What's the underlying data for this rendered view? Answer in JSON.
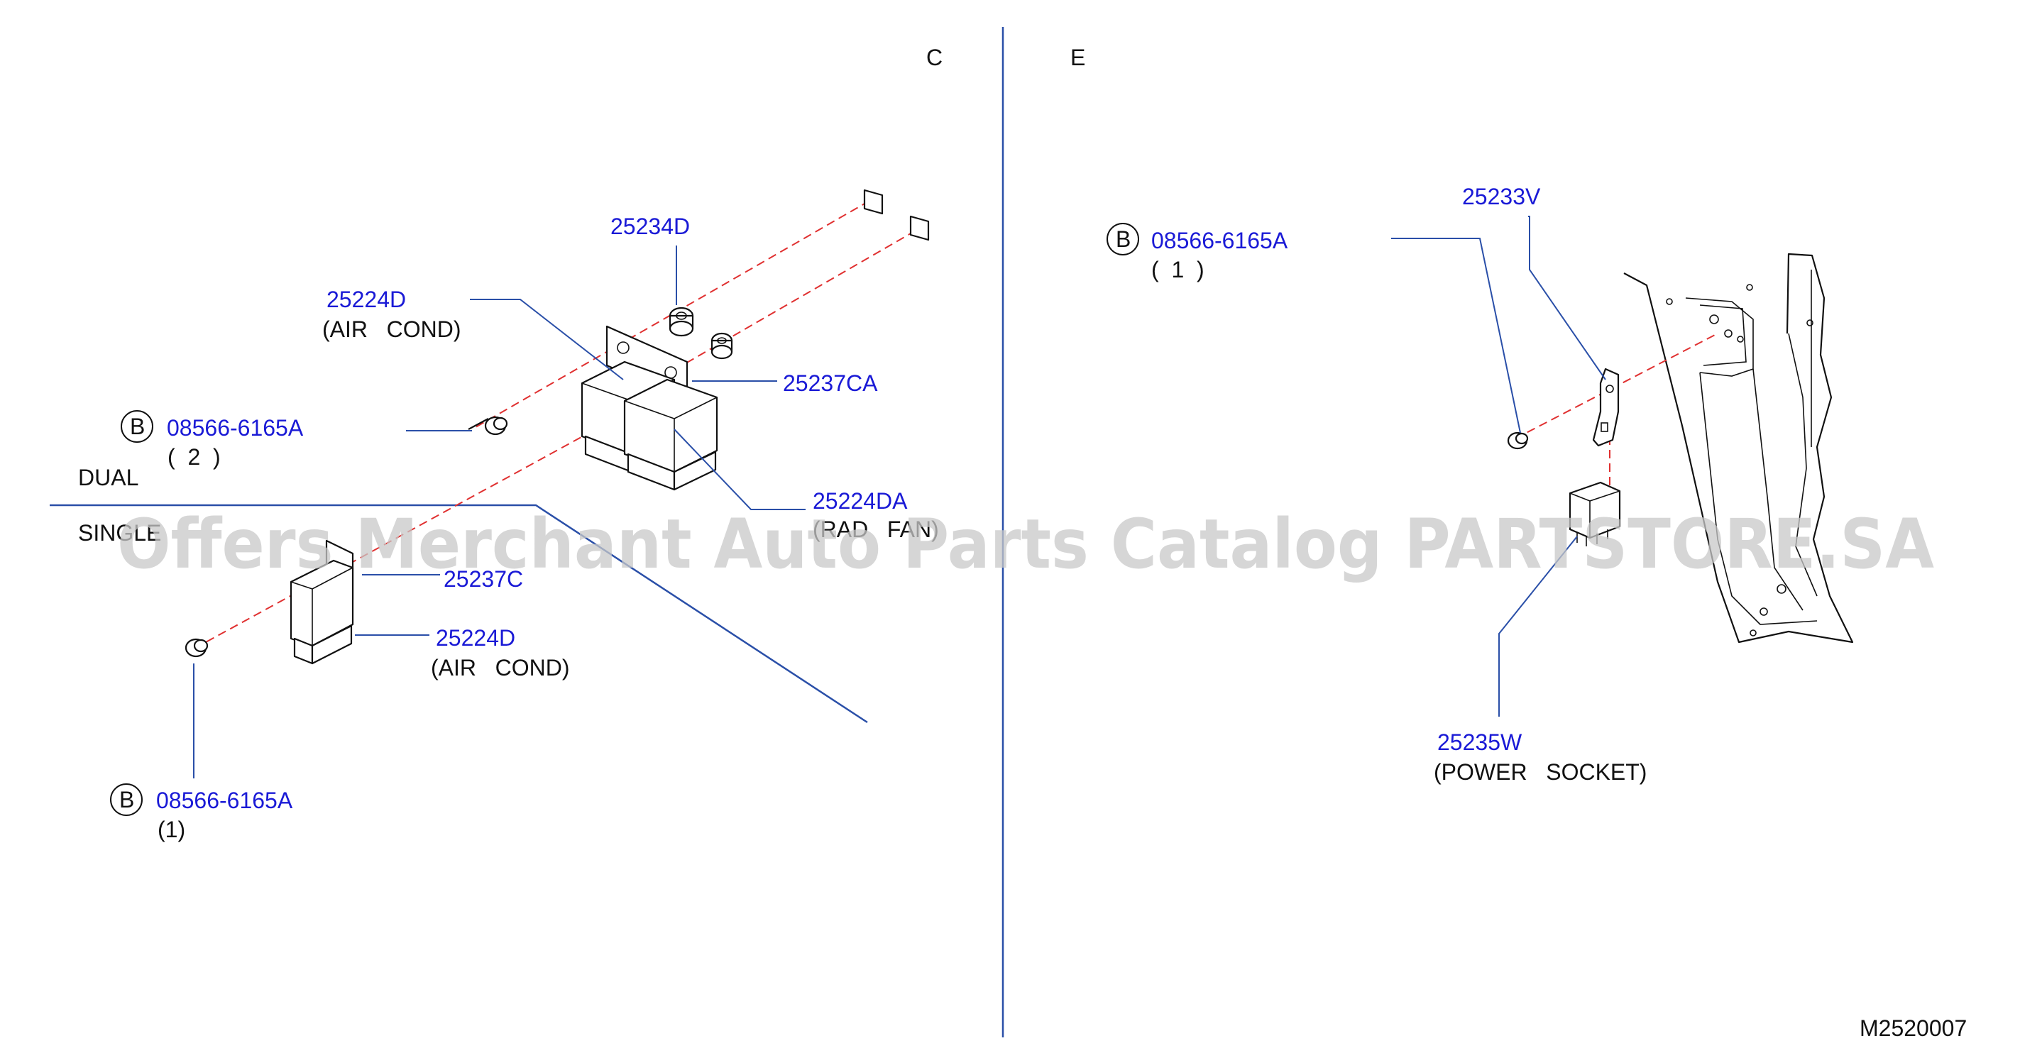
{
  "sections": {
    "left": "C",
    "right": "E"
  },
  "groups": {
    "dual": "DUAL",
    "single": "SINGLE"
  },
  "callouts": [
    {
      "id": "c1",
      "number": "25234D"
    },
    {
      "id": "c2",
      "number": "25224D",
      "note": "(AIR   COND)"
    },
    {
      "id": "c3",
      "number": "25237CA"
    },
    {
      "id": "c4",
      "badge": "B",
      "number": "08566-6165A",
      "note": "(  2  )"
    },
    {
      "id": "c5",
      "number": "25224DA",
      "note": "(RAD   FAN)"
    },
    {
      "id": "c6",
      "number": "25237C"
    },
    {
      "id": "c7",
      "number": "25224D",
      "note": "(AIR   COND)"
    },
    {
      "id": "c8",
      "badge": "B",
      "number": "08566-6165A",
      "note": "(1)"
    },
    {
      "id": "c9",
      "number": "25233V"
    },
    {
      "id": "c10",
      "badge": "B",
      "number": "08566-6165A",
      "note": "(  1  )"
    },
    {
      "id": "c11",
      "number": "25235W",
      "note": "(POWER   SOCKET)"
    }
  ],
  "diagram_code": "M2520007",
  "watermark": "Offers Merchant Auto Parts Catalog PARTSTORE.SA",
  "colors": {
    "part_number": "#1a1ad6",
    "leader": "#2a4fa8",
    "dash": "#e03030",
    "watermark": "#c8c8c8"
  }
}
